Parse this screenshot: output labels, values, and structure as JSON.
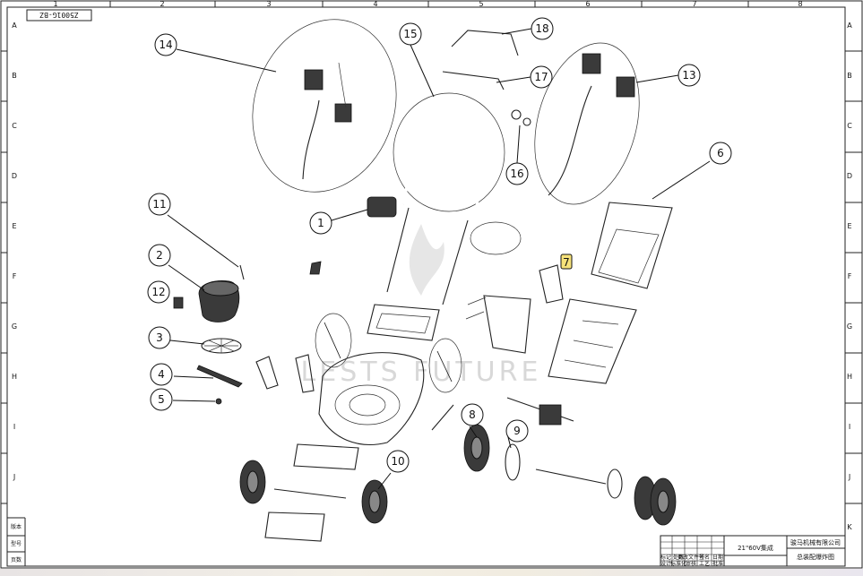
{
  "drawing": {
    "code_top_left": "Z5001G-BZ",
    "grid_columns": [
      "1",
      "2",
      "3",
      "4",
      "5",
      "6",
      "7",
      "8"
    ],
    "grid_rows": [
      "A",
      "B",
      "C",
      "D",
      "E",
      "F",
      "G",
      "H",
      "I",
      "J",
      "K"
    ],
    "watermark": "LESTS FUTURE",
    "highlight_color": "#f6e27a"
  },
  "callouts": [
    {
      "id": "14",
      "label": "14"
    },
    {
      "id": "15",
      "label": "15"
    },
    {
      "id": "18",
      "label": "18"
    },
    {
      "id": "17",
      "label": "17"
    },
    {
      "id": "13",
      "label": "13"
    },
    {
      "id": "16",
      "label": "16"
    },
    {
      "id": "6",
      "label": "6"
    },
    {
      "id": "11",
      "label": "11"
    },
    {
      "id": "1",
      "label": "1"
    },
    {
      "id": "7",
      "label": "7",
      "highlighted": true
    },
    {
      "id": "2",
      "label": "2"
    },
    {
      "id": "12",
      "label": "12"
    },
    {
      "id": "3",
      "label": "3"
    },
    {
      "id": "4",
      "label": "4"
    },
    {
      "id": "5",
      "label": "5"
    },
    {
      "id": "8",
      "label": "8"
    },
    {
      "id": "9",
      "label": "9"
    },
    {
      "id": "10",
      "label": "10"
    }
  ],
  "title_block": {
    "model": "21\"60V集成",
    "company": "骏马机械有限公司",
    "drawing_name": "总装配爆炸图",
    "cells": [
      "标记",
      "处数",
      "更改文件号",
      "签名",
      "日期"
    ],
    "roles": [
      "设计",
      "标准化",
      "审核",
      "工艺",
      "批准"
    ]
  },
  "margin_labels": [
    "版本",
    "型号",
    "页数"
  ]
}
